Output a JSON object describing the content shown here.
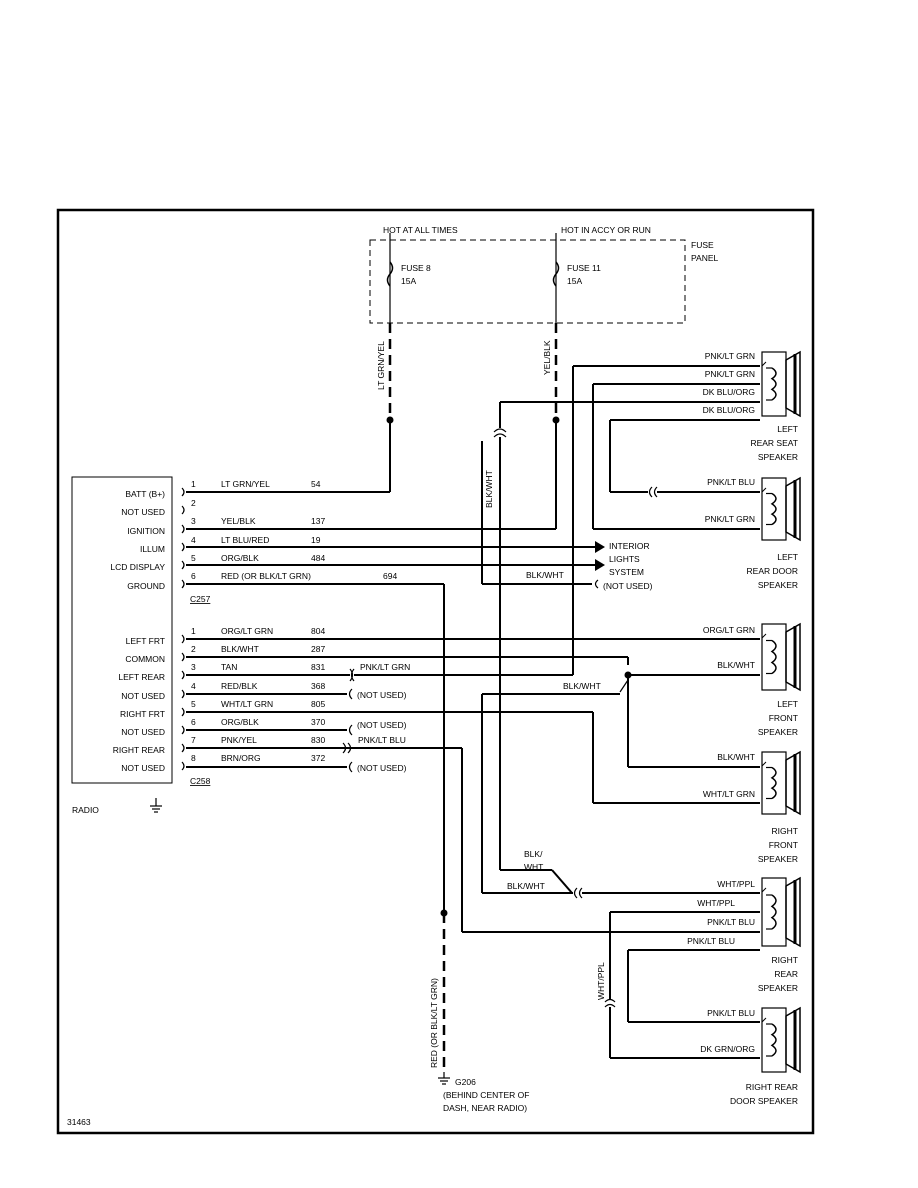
{
  "fuse_panel": {
    "hot_always": "HOT AT ALL TIMES",
    "hot_accy": "HOT IN ACCY OR RUN",
    "panel_label_1": "FUSE",
    "panel_label_2": "PANEL",
    "fuse8": "FUSE 8",
    "fuse8_amp": "15A",
    "fuse11": "FUSE 11",
    "fuse11_amp": "15A",
    "wire_left": "LT GRN/YEL",
    "wire_right": "YEL/BLK"
  },
  "radio": {
    "label": "RADIO",
    "c257_label": "C257",
    "c258_label": "C258",
    "pins_c257": [
      {
        "name": "BATT (B+)",
        "num": "1",
        "color": "LT GRN/YEL",
        "circuit": "54"
      },
      {
        "name": "NOT USED",
        "num": "2",
        "color": "",
        "circuit": ""
      },
      {
        "name": "IGNITION",
        "num": "3",
        "color": "YEL/BLK",
        "circuit": "137"
      },
      {
        "name": "ILLUM",
        "num": "4",
        "color": "LT BLU/RED",
        "circuit": "19"
      },
      {
        "name": "LCD DISPLAY",
        "num": "5",
        "color": "ORG/BLK",
        "circuit": "484"
      },
      {
        "name": "GROUND",
        "num": "6",
        "color": "RED (OR BLK/LT GRN)",
        "circuit": "694"
      }
    ],
    "pins_c258": [
      {
        "name": "LEFT FRT",
        "num": "1",
        "color": "ORG/LT GRN",
        "circuit": "804"
      },
      {
        "name": "COMMON",
        "num": "2",
        "color": "BLK/WHT",
        "circuit": "287"
      },
      {
        "name": "LEFT REAR",
        "num": "3",
        "color": "TAN",
        "circuit": "831"
      },
      {
        "name": "NOT USED",
        "num": "4",
        "color": "RED/BLK",
        "circuit": "368"
      },
      {
        "name": "RIGHT FRT",
        "num": "5",
        "color": "WHT/LT GRN",
        "circuit": "805"
      },
      {
        "name": "NOT USED",
        "num": "6",
        "color": "ORG/BLK",
        "circuit": "370"
      },
      {
        "name": "RIGHT REAR",
        "num": "7",
        "color": "PNK/YEL",
        "circuit": "830"
      },
      {
        "name": "NOT USED",
        "num": "8",
        "color": "BRN/ORG",
        "circuit": "372"
      }
    ]
  },
  "labels": {
    "blk_wht": "BLK/WHT",
    "interior_1": "INTERIOR",
    "interior_2": "LIGHTS",
    "interior_3": "SYSTEM",
    "not_used": "(NOT USED)",
    "pnk_lt_grn_c3": "PNK/LT GRN",
    "pnk_lt_blu_c7": "PNK/LT BLU",
    "blk_wht_common": "BLK/WHT",
    "blk_slash": "BLK/",
    "wht": "WHT",
    "blk_wht_bottom": "BLK/WHT",
    "wht_ppl_vert": "WHT/PPL",
    "ground_wire": "RED (OR BLK/LT GRN)",
    "g206": "G206",
    "g206_desc_1": "(BEHIND CENTER OF",
    "g206_desc_2": "DASH, NEAR RADIO)",
    "fig_number": "31463"
  },
  "speakers": {
    "left_rear_seat": {
      "title": [
        "LEFT",
        "REAR SEAT",
        "SPEAKER"
      ],
      "wires": [
        "PNK/LT GRN",
        "PNK/LT GRN",
        "DK BLU/ORG",
        "DK BLU/ORG"
      ]
    },
    "left_rear_door": {
      "title": [
        "LEFT",
        "REAR DOOR",
        "SPEAKER"
      ],
      "wires": [
        "PNK/LT BLU",
        "PNK/LT GRN"
      ]
    },
    "left_front": {
      "title": [
        "LEFT",
        "FRONT",
        "SPEAKER"
      ],
      "wires": [
        "ORG/LT GRN",
        "BLK/WHT"
      ]
    },
    "right_front": {
      "title": [
        "RIGHT",
        "FRONT",
        "SPEAKER"
      ],
      "wires": [
        "BLK/WHT",
        "WHT/LT GRN"
      ]
    },
    "right_rear": {
      "title": [
        "RIGHT",
        "REAR",
        "SPEAKER"
      ],
      "wires": [
        "WHT/PPL",
        "WHT/PPL",
        "PNK/LT BLU",
        "PNK/LT BLU"
      ]
    },
    "right_rear_door": {
      "title": [
        "RIGHT REAR",
        "DOOR SPEAKER"
      ],
      "wires": [
        "PNK/LT BLU",
        "DK GRN/ORG"
      ]
    }
  }
}
